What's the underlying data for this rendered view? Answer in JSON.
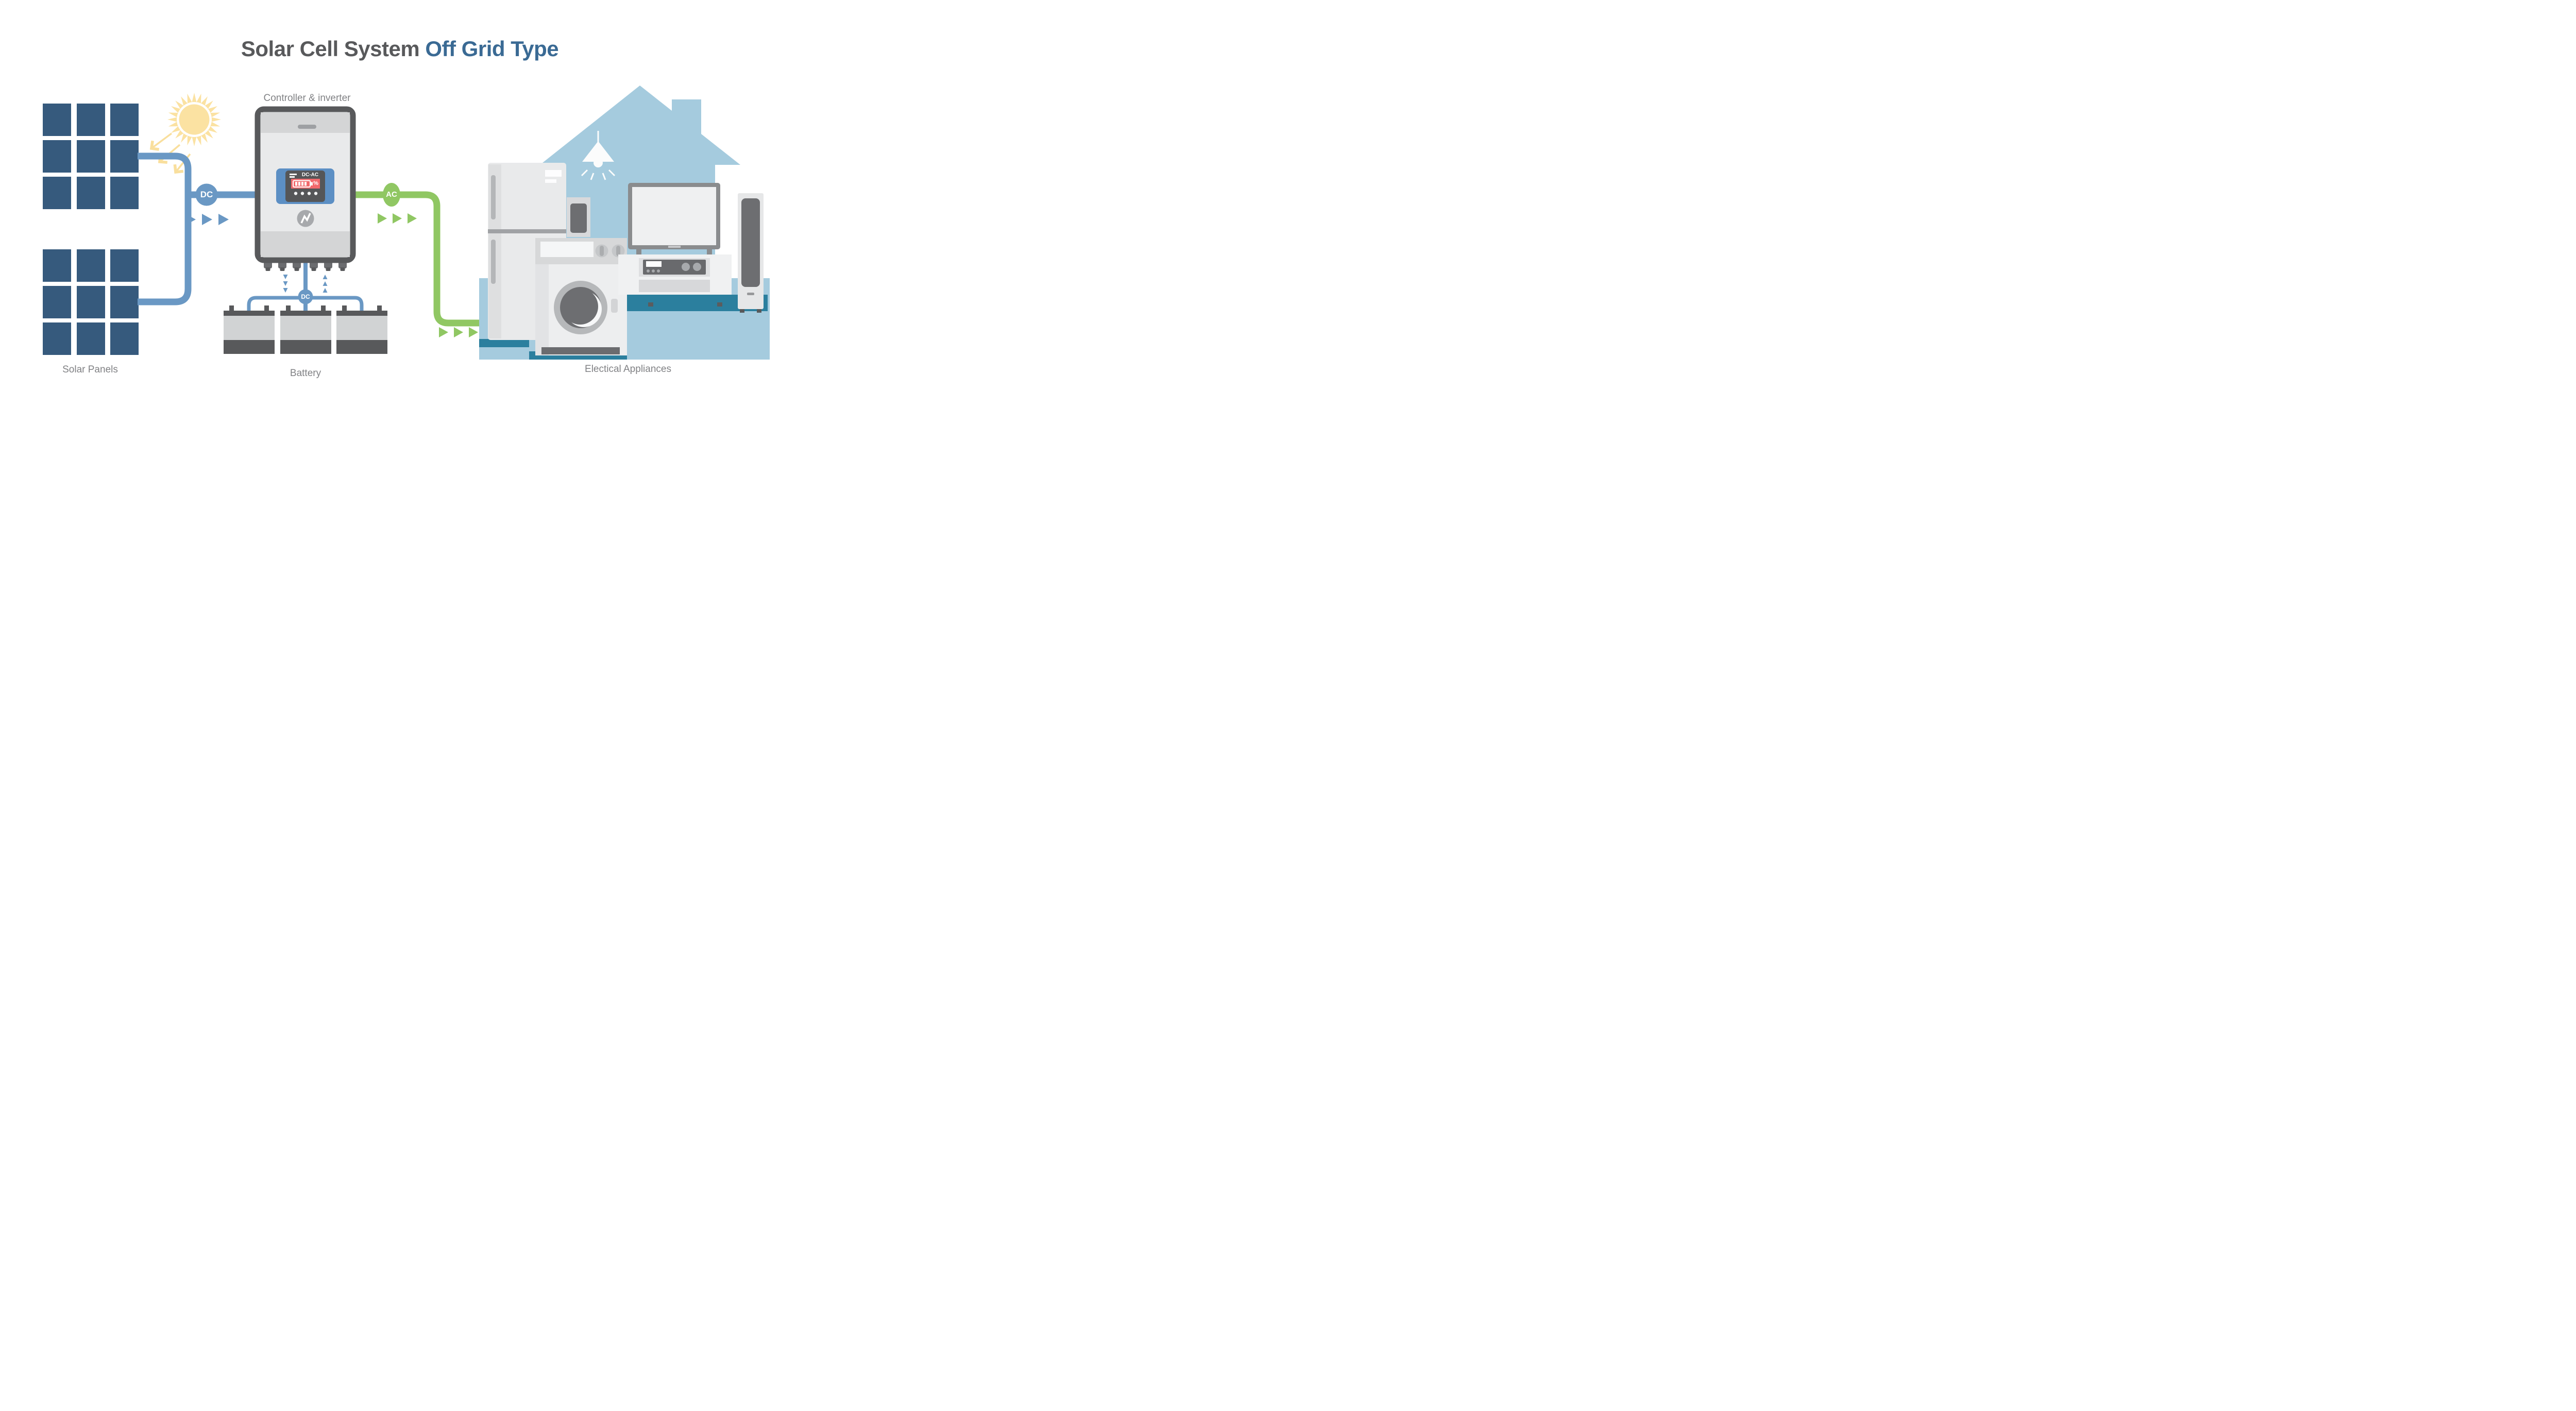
{
  "title": {
    "main": "Solar Cell System",
    "accent": "Off Grid Type"
  },
  "sections": {
    "solar_panels_label": "Solar Panels",
    "controller_label": "Controller & inverter",
    "battery_label": "Battery",
    "appliances_label": "Electical Appliances"
  },
  "flow": {
    "dc_from_panels": "DC",
    "dc_to_battery": "DC",
    "ac_to_house": "AC"
  },
  "controller_display": {
    "mode_text": "DC-AC",
    "percent_text": "%"
  },
  "colors": {
    "panel_blue": "#365A7D",
    "wire_blue": "#6A98C4",
    "wire_green": "#90C763",
    "sun_yellow": "#FBE2A2",
    "house_blue": "#A5CBDE",
    "floor_teal": "#2B7F9E",
    "alert_red": "#F2696C",
    "dark_gray": "#58595B",
    "label_gray": "#808184",
    "title_blue": "#3A6A94"
  }
}
